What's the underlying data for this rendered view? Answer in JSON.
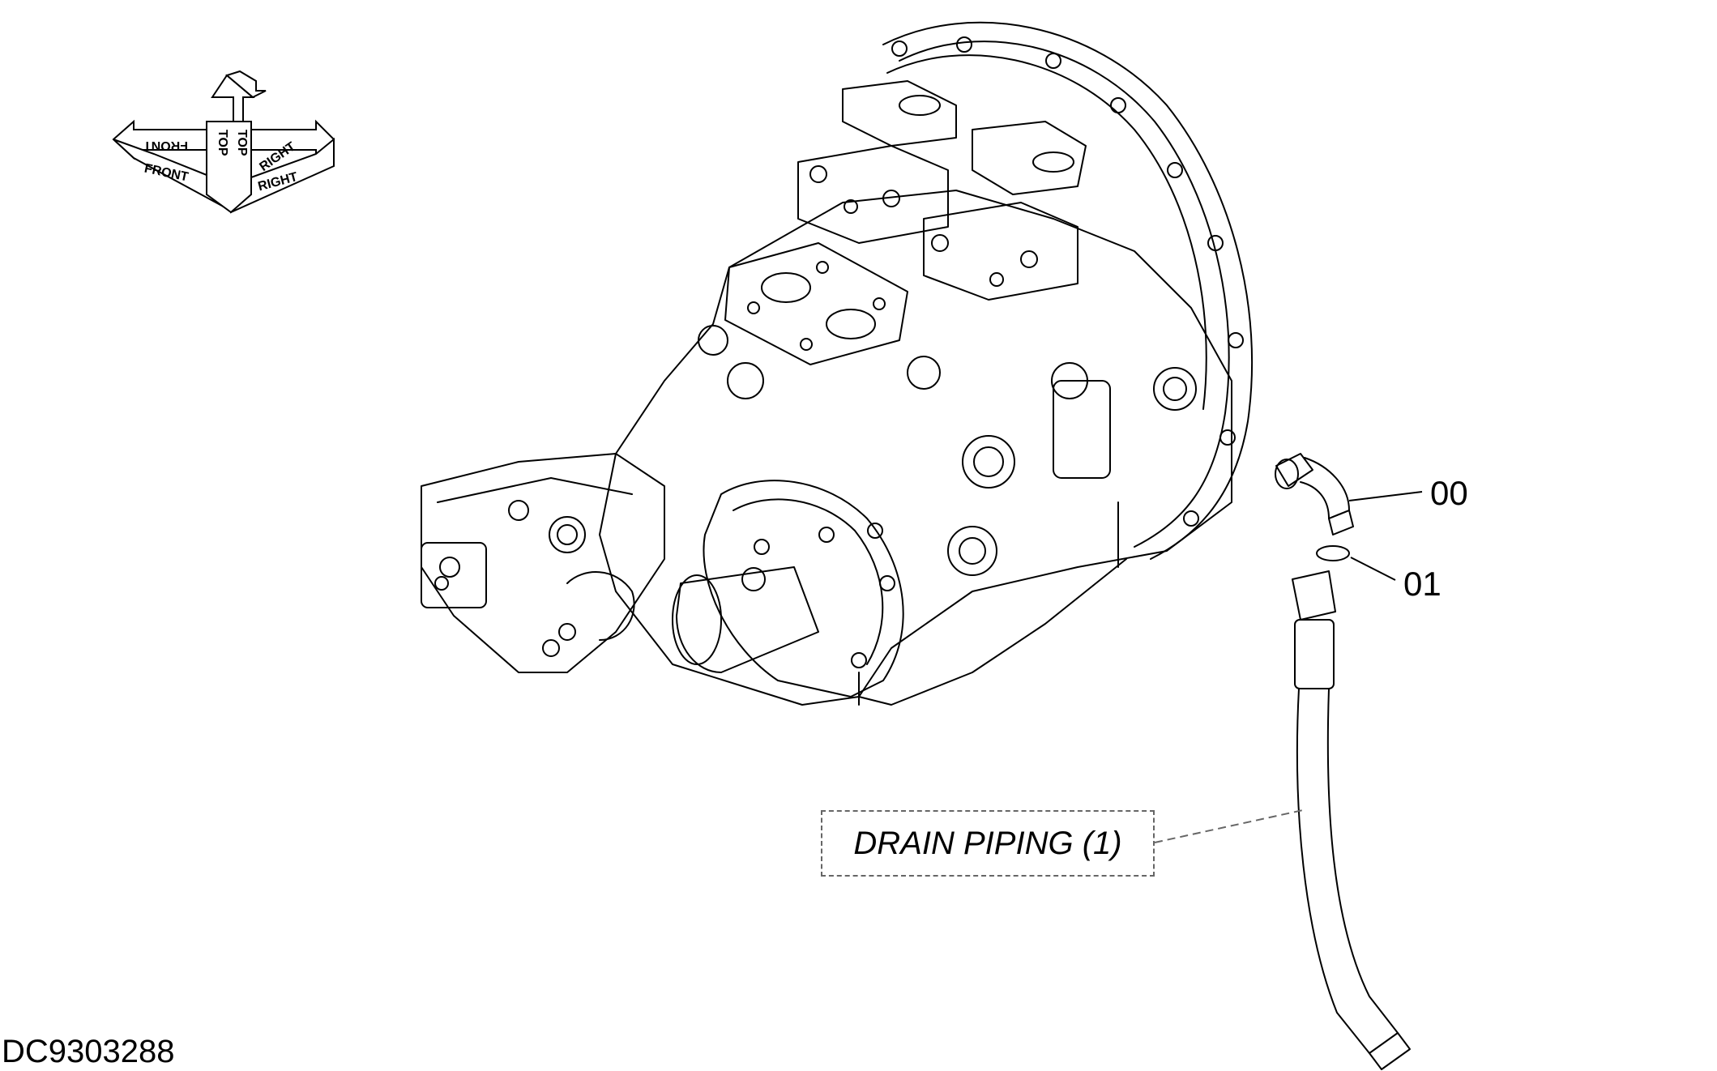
{
  "drawing": {
    "id": "DC9303288",
    "reference": "DRAIN PIPING (1)"
  },
  "orientation": {
    "labels": [
      "FRONT",
      "TOP",
      "RIGHT"
    ],
    "mirrored_labels": [
      "FRONT",
      "TOP",
      "RIGHT"
    ]
  },
  "callouts": [
    {
      "id": "00",
      "part": "elbow-fitting"
    },
    {
      "id": "01",
      "part": "o-ring"
    }
  ],
  "colors": {
    "line": "#000000",
    "background": "#ffffff",
    "leader_dash": "#666666"
  }
}
